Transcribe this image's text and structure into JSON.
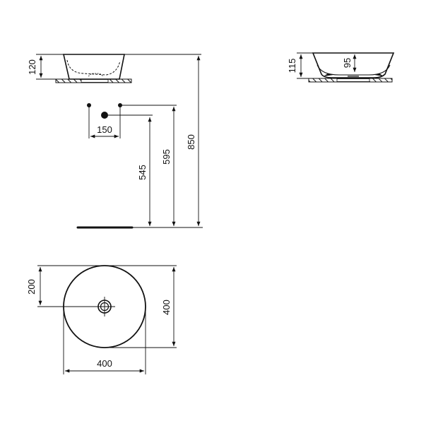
{
  "drawing": {
    "type": "washbasin technical drawing",
    "line_color": "#111111",
    "views": {
      "front_view": {
        "height_label": "120"
      },
      "side_section": {
        "outer_height_label": "115",
        "bowl_depth_label": "95"
      },
      "wall_elevation": {
        "tap_spacing_label": "150",
        "waste_height_label": "545",
        "tap_height_label": "595",
        "countertop_height_label": "850"
      },
      "plan_view": {
        "center_offset_label": "200",
        "depth_label": "400",
        "width_label": "400"
      }
    }
  }
}
